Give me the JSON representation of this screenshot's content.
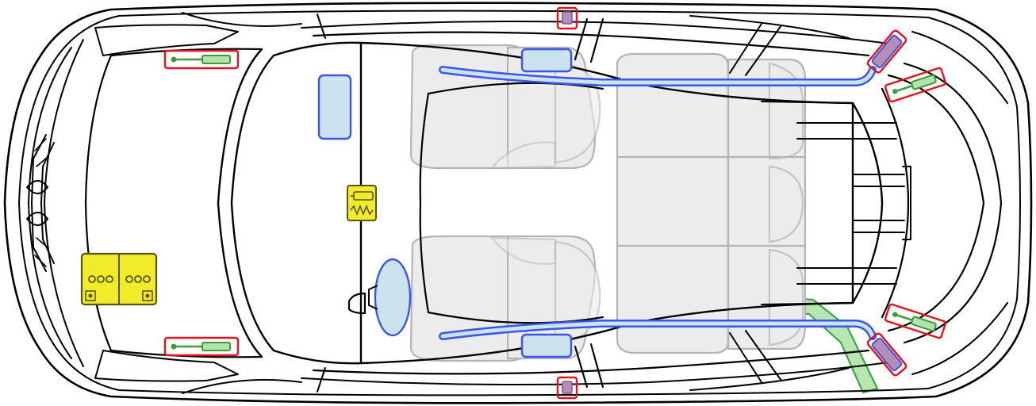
{
  "diagram": {
    "type": "vehicle top-view rescue sheet",
    "orientation": "front-left",
    "legend_colors": {
      "body_outline": "#000000",
      "seat_fill": "#ececec",
      "seat_stroke": "#b4b4b4",
      "airbag_blue": "#3b55e6",
      "airbag_fill": "#cbe3ef",
      "gas_strut_red": "#e3121b",
      "strut_green": "#3d9a3d",
      "battery_yellow": "#f1ec2a",
      "battery_stroke": "#57551a",
      "floor_green_fill": "#b2e3ab",
      "floor_green_stroke": "#2e9b37",
      "belt_tensioner_fill": "#b58db5"
    },
    "components": [
      {
        "kind": "front-hood-gas-strut",
        "side": "left"
      },
      {
        "kind": "front-hood-gas-strut",
        "side": "right"
      },
      {
        "kind": "rear-tailgate-gas-strut",
        "side": "left"
      },
      {
        "kind": "rear-tailgate-gas-strut",
        "side": "right"
      },
      {
        "kind": "curtain-airbag",
        "side": "left"
      },
      {
        "kind": "curtain-airbag",
        "side": "right"
      },
      {
        "kind": "curtain-airbag-inflator",
        "side": "left"
      },
      {
        "kind": "curtain-airbag-inflator",
        "side": "right"
      },
      {
        "kind": "driver-airbag"
      },
      {
        "kind": "passenger-airbag"
      },
      {
        "kind": "side-airbag",
        "side": "left"
      },
      {
        "kind": "side-airbag",
        "side": "right"
      },
      {
        "kind": "b-pillar-belt-pretensioner",
        "side": "left"
      },
      {
        "kind": "b-pillar-belt-pretensioner",
        "side": "right"
      },
      {
        "kind": "12v-battery"
      },
      {
        "kind": "airbag-control-unit"
      },
      {
        "kind": "floor-fuel-area"
      }
    ]
  }
}
